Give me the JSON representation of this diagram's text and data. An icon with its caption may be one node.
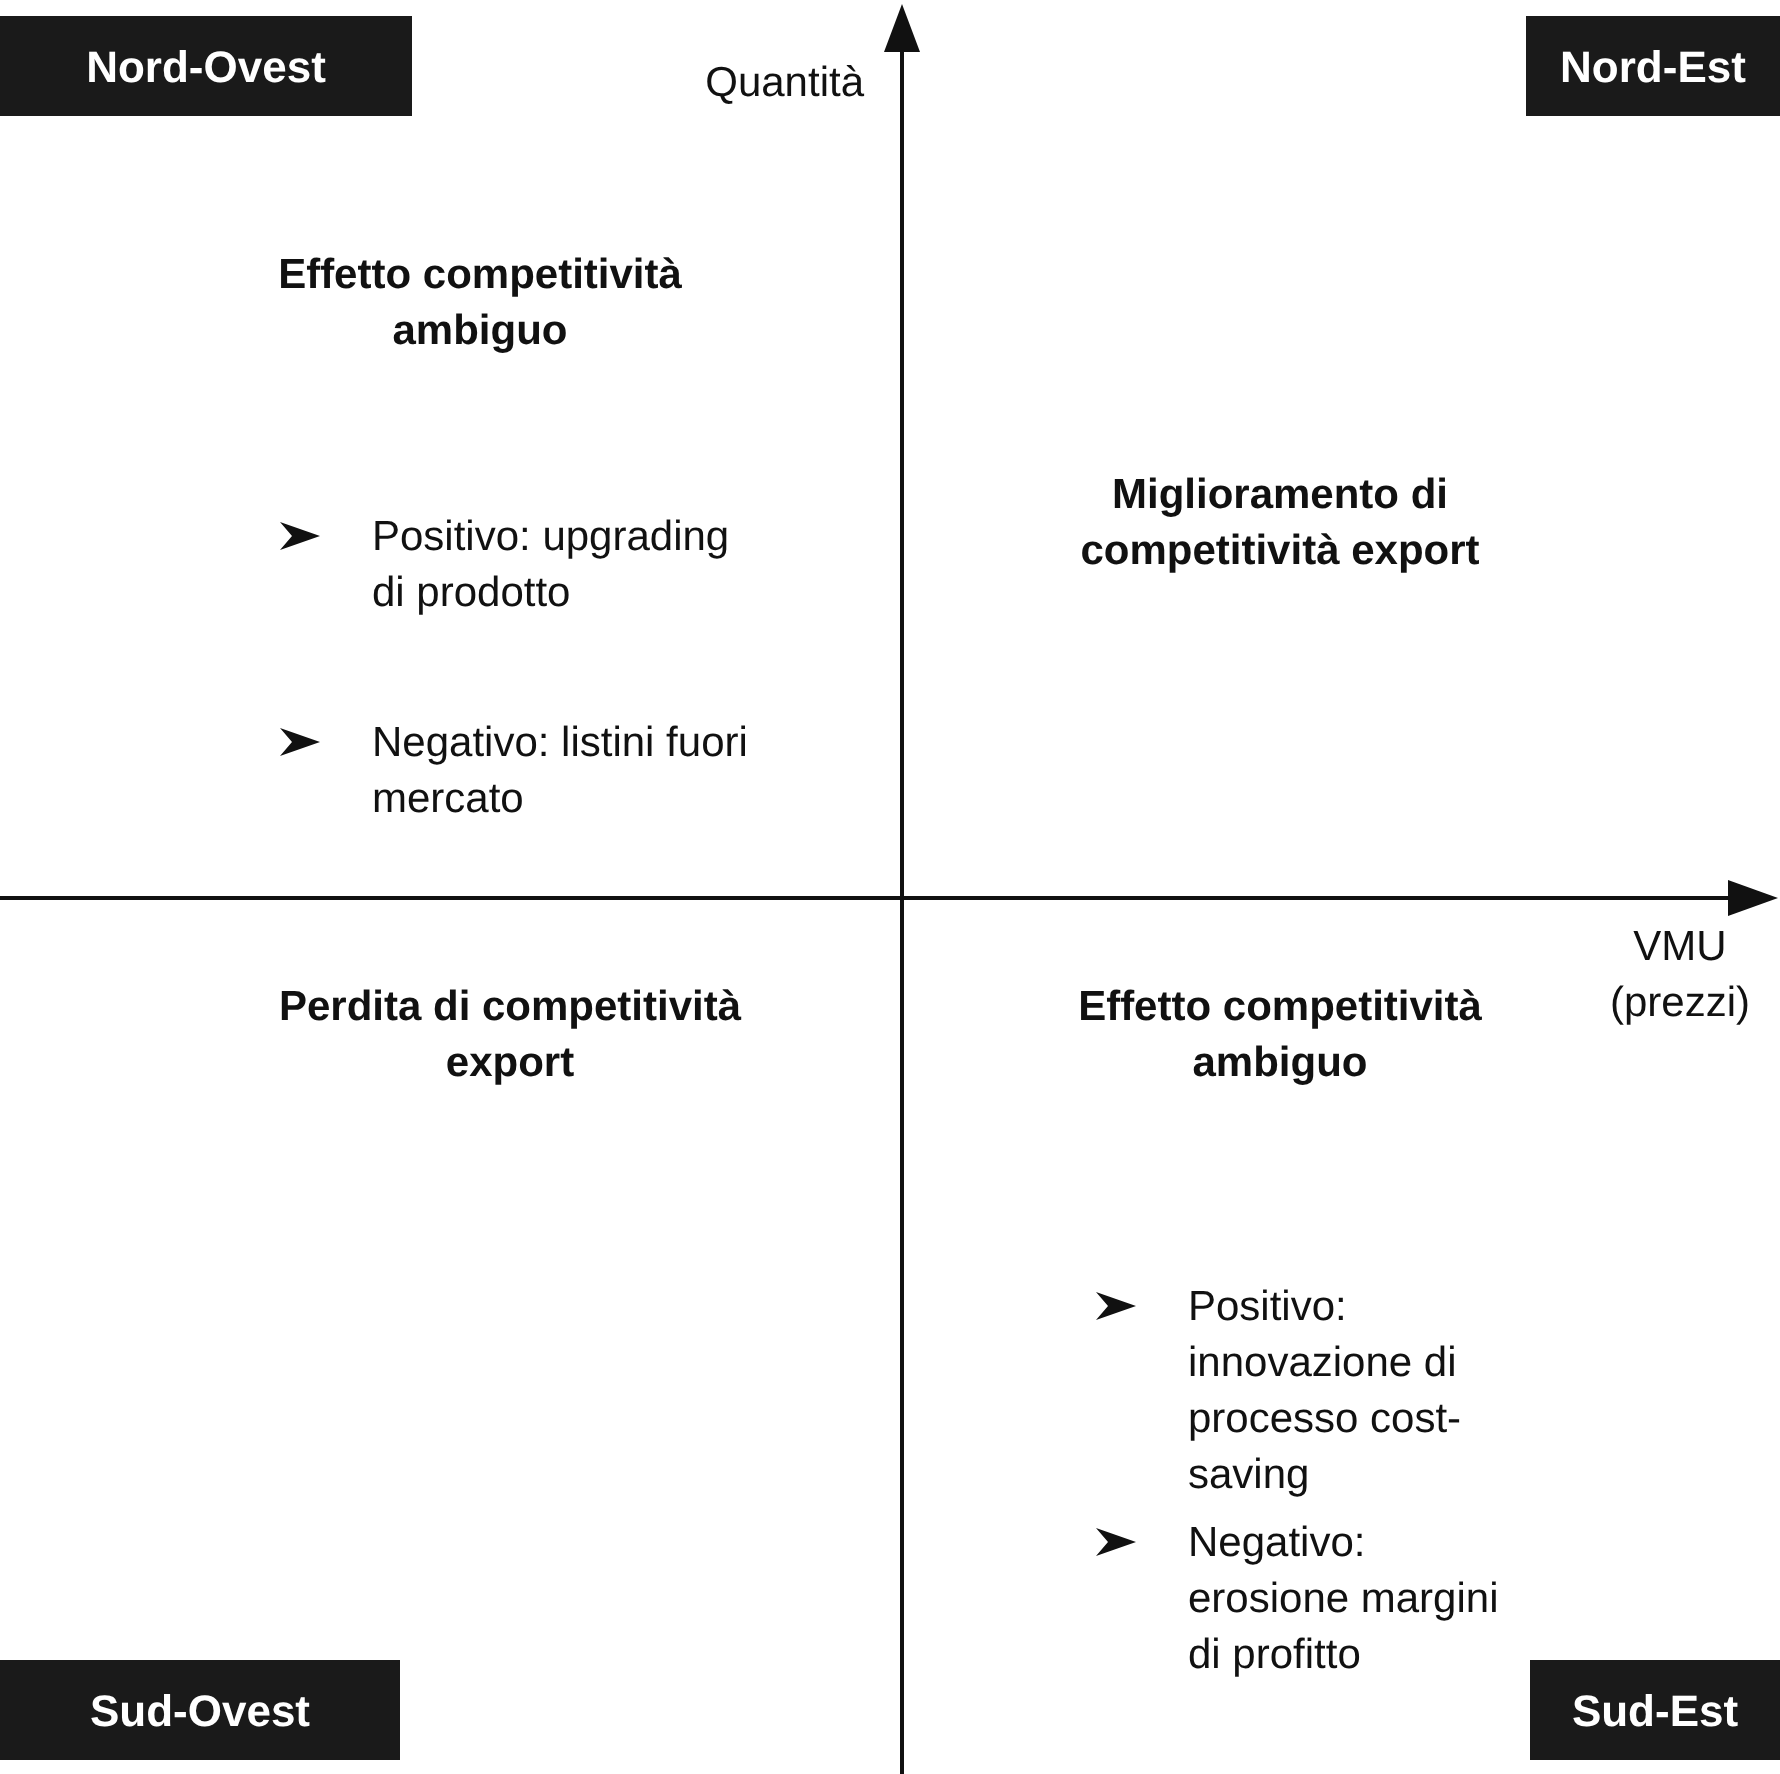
{
  "diagram": {
    "nodes": [
      {
        "text": [
          "Nord-Ovest"
        ]
      },
      {
        "text": [
          "Nord-Est"
        ]
      },
      {
        "text": [
          "Sud-Ovest"
        ]
      },
      {
        "text": [
          "Sud-Est"
        ]
      }
    ],
    "labels": [
      "Quantità",
      "Effetto competitività ambiguo",
      "Positivo: upgrading di prodotto",
      "Miglioramento di competitività export",
      "Negativo: listini fuori mercato",
      "VMU (prezzi)",
      "Perdita di competitività export",
      "Effetto competitività ambiguo",
      "Positivo: innovazione di processo cost-saving",
      "Negativo: erosione margini di profitto"
    ]
  }
}
